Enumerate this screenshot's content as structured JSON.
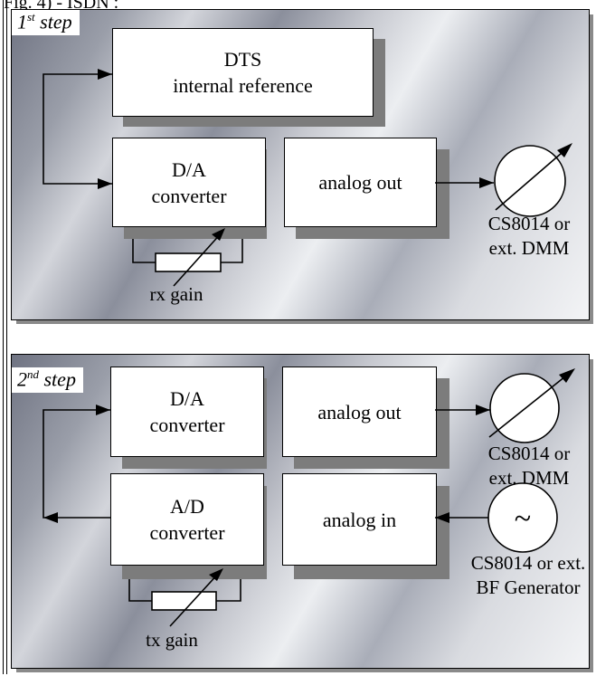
{
  "header": {
    "text": "Fig. 4) - ISDN :"
  },
  "step1": {
    "label_main": "1",
    "label_sup": "st",
    "label_rest": "step",
    "dts": {
      "line1": "DTS",
      "line2": "internal reference"
    },
    "da": {
      "line1": "D/A",
      "line2": "converter"
    },
    "analog_out": "analog out",
    "meter_caption": {
      "line1": "CS8014 or",
      "line2": "ext. DMM"
    },
    "gain_label": "rx gain"
  },
  "step2": {
    "label_main": "2",
    "label_sup": "nd",
    "label_rest": "step",
    "da": {
      "line1": "D/A",
      "line2": "converter"
    },
    "analog_out": "analog out",
    "ad": {
      "line1": "A/D",
      "line2": "converter"
    },
    "analog_in": "analog in",
    "meter_caption": {
      "line1": "CS8014 or",
      "line2": "ext. DMM"
    },
    "generator_symbol": "~",
    "generator_caption": {
      "line1": "CS8014 or ext.",
      "line2": "BF Generator"
    },
    "gain_label": "tx gain"
  },
  "icons": {
    "meter": "meter-circle-icon",
    "generator": "sine-generator-icon",
    "resistor": "variable-resistor-icon"
  }
}
